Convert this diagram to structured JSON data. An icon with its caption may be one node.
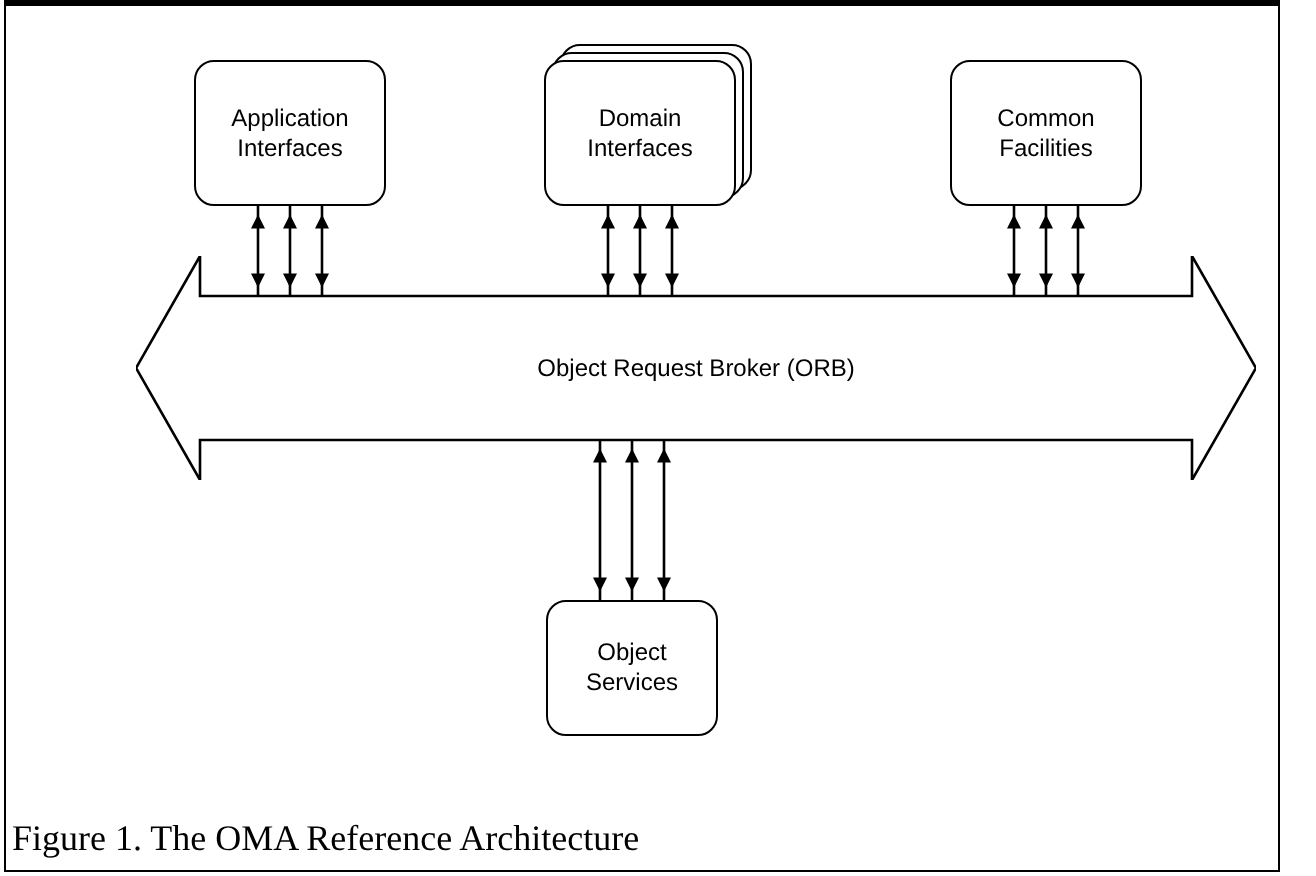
{
  "diagram": {
    "caption": "Figure 1. The OMA Reference Architecture",
    "nodes": [
      {
        "text": [
          "Application Interfaces"
        ]
      },
      {
        "text": [
          "Domain Interfaces"
        ]
      },
      {
        "text": [
          "Common Facilities"
        ]
      },
      {
        "text": [
          "Object Request Broker (ORB)"
        ]
      },
      {
        "text": [
          "Object Services"
        ]
      }
    ],
    "edges": [
      {
        "from": 0,
        "to": 3,
        "arrow": "both"
      },
      {
        "from": 0,
        "to": 3,
        "arrow": "both"
      },
      {
        "from": 0,
        "to": 3,
        "arrow": "both"
      },
      {
        "from": 1,
        "to": 3,
        "arrow": "both"
      },
      {
        "from": 1,
        "to": 3,
        "arrow": "both"
      },
      {
        "from": 1,
        "to": 3,
        "arrow": "both"
      },
      {
        "from": 2,
        "to": 3,
        "arrow": "both"
      },
      {
        "from": 2,
        "to": 3,
        "arrow": "both"
      },
      {
        "from": 2,
        "to": 3,
        "arrow": "both"
      },
      {
        "from": 4,
        "to": 3,
        "arrow": "both"
      },
      {
        "from": 4,
        "to": 3,
        "arrow": "both"
      },
      {
        "from": 4,
        "to": 3,
        "arrow": "both"
      }
    ]
  }
}
